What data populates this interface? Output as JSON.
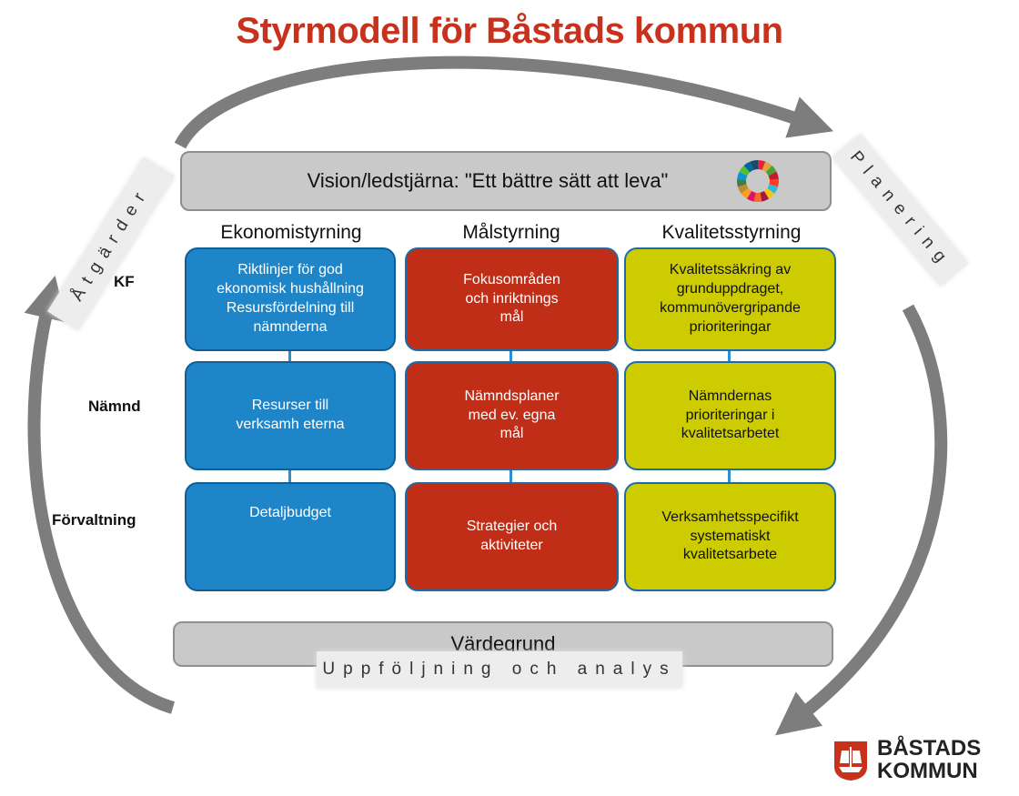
{
  "title": "Styrmodell för Båstads kommun",
  "vision": "Vision/ledstjärna: \"Ett bättre sätt att leva\"",
  "values_bar": "Värdegrund",
  "cycle_labels": {
    "left": "Åtgärder",
    "right": "Planering",
    "bottom": "Uppföljning och analys"
  },
  "columns": [
    "Ekonomistyrning",
    "Målstyrning",
    "Kvalitetsstyrning"
  ],
  "rows": [
    "KF",
    "Nämnd",
    "Förvaltning"
  ],
  "cells": [
    [
      "Riktlinjer för god\nekonomisk hushållning\nResursfördelning till\nnämnderna",
      "Fokusområden\noch inriktnings\nmål",
      "Kvalitetssäkring av\ngrunduppdraget,\nkommunövergripande\nprioriteringar"
    ],
    [
      "Resurser till\nverksamh eterna",
      "Nämndsplaner\nmed ev. egna\nmål",
      "Nämndernas\nprioriteringar i\nkvalitetsarbetet"
    ],
    [
      "Detaljbudget",
      "Strategier och\naktiviteter",
      "Verksamhetsspecifikt\nsystematiskt\nkvalitetsarbete"
    ]
  ],
  "colors": {
    "title": "#c8321c",
    "economy": "#1e86c8",
    "goals": "#c02e18",
    "quality": "#cccc00",
    "bar": "#c9c9c9",
    "arrow": "#7d7d7d"
  },
  "icons": {
    "sdg": "sdg-wheel-icon",
    "logo": "bastad-ship-logo-icon"
  },
  "logo": {
    "line1": "BÅSTADS",
    "line2": "KOMMUN"
  }
}
